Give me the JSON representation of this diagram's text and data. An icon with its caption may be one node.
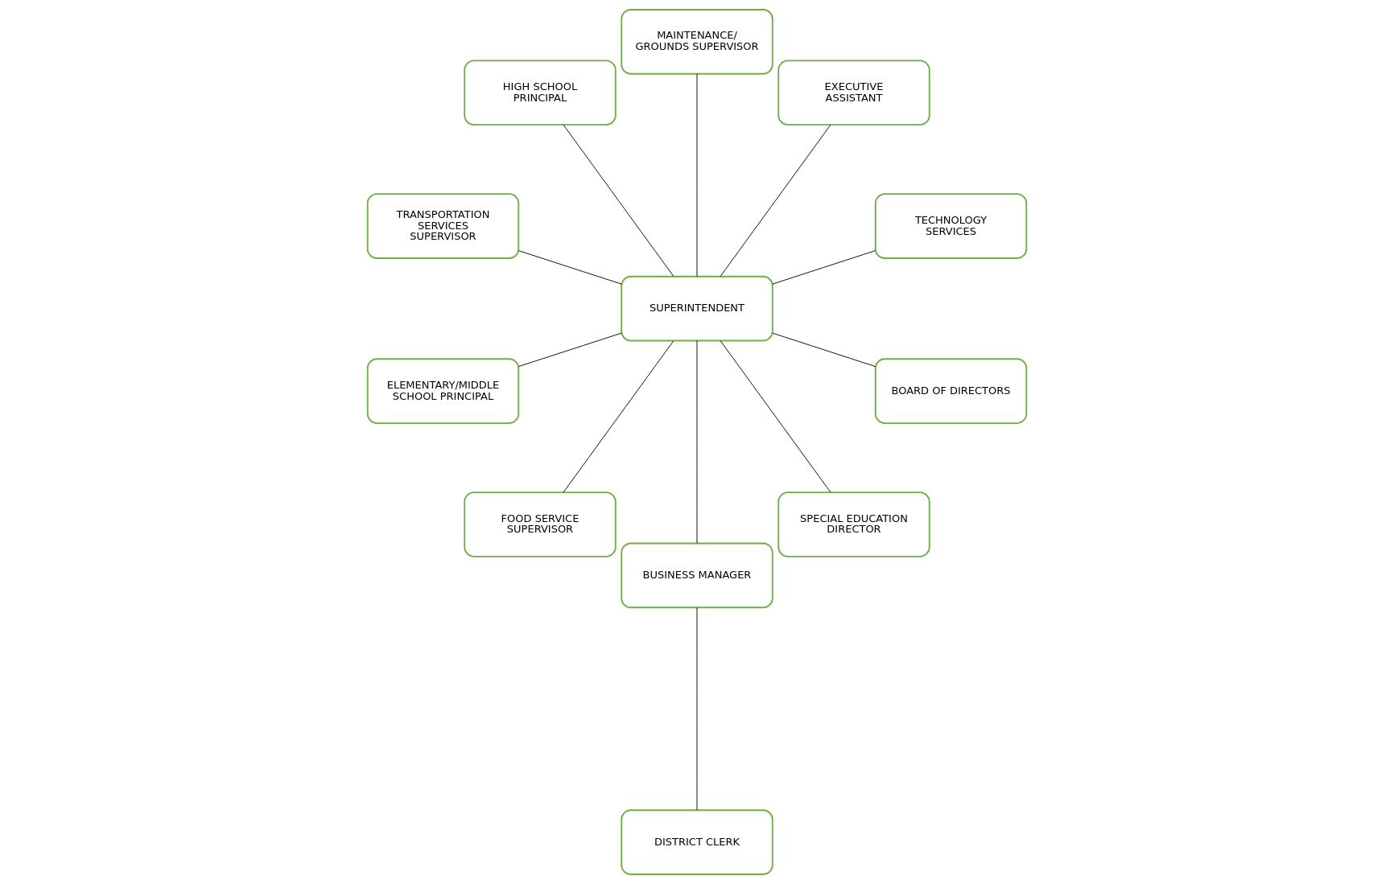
{
  "diagram": {
    "nodes": [
      {
        "text": [
          "BOARD OF DIRECTORS"
        ]
      },
      {
        "text": [
          "TECHNOLOGY SERVICES"
        ]
      },
      {
        "text": [
          "EXECUTIVE ASSISTANT"
        ]
      },
      {
        "text": [
          "MAINTENANCE/ GROUNDS SUPERVISOR"
        ]
      },
      {
        "text": [
          "SUPERINTENDENT"
        ]
      },
      {
        "text": [
          "HIGH SCHOOL PRINCIPAL"
        ]
      },
      {
        "text": [
          "TRANSPORTATION SERVICES SUPERVISOR"
        ]
      },
      {
        "text": [
          "ELEMENTARY/MIDDLE SCHOOL PRINCIPAL"
        ]
      },
      {
        "text": [
          "FOOD SERVICE SUPERVISOR"
        ]
      },
      {
        "text": [
          "BUSINESS MANAGER"
        ]
      },
      {
        "text": [
          "SPECIAL EDUCATION DIRECTOR"
        ]
      },
      {
        "text": [
          "DISTRICT CLERK"
        ]
      }
    ],
    "edges": [
      {
        "from": 0,
        "to": 4,
        "arrow": "none"
      },
      {
        "from": 4,
        "to": 1,
        "arrow": "none"
      },
      {
        "from": 4,
        "to": 2,
        "arrow": "none"
      },
      {
        "from": 4,
        "to": 3,
        "arrow": "none"
      },
      {
        "from": 4,
        "to": 5,
        "arrow": "none"
      },
      {
        "from": 4,
        "to": 6,
        "arrow": "none"
      },
      {
        "from": 4,
        "to": 7,
        "arrow": "none"
      },
      {
        "from": 4,
        "to": 8,
        "arrow": "none"
      },
      {
        "from": 4,
        "to": 9,
        "arrow": "none"
      },
      {
        "from": 4,
        "to": 10,
        "arrow": "none"
      },
      {
        "from": 9,
        "to": 11,
        "arrow": "none"
      }
    ]
  }
}
